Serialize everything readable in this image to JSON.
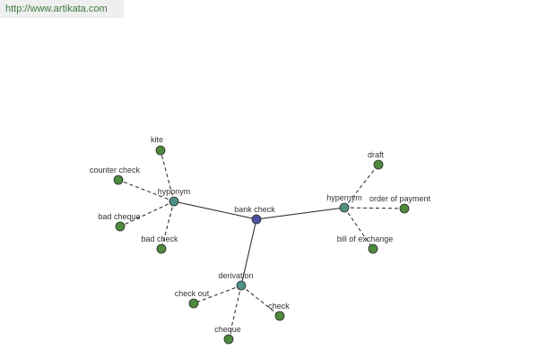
{
  "header": {
    "url": "http://www.artikata.com"
  },
  "colors": {
    "center_node": "#4a4f9e",
    "relation_node": "#4f8f86",
    "leaf_node": "#4d8a3e",
    "node_stroke": "#2b2b2b",
    "edge": "#222222",
    "label": "#333333"
  },
  "graph": {
    "center": {
      "id": "center",
      "label": "bank check"
    },
    "relations": [
      {
        "id": "hyponym",
        "label": "hyponym"
      },
      {
        "id": "hypernym",
        "label": "hypernym"
      },
      {
        "id": "derivation",
        "label": "derivation"
      }
    ],
    "leaves": [
      {
        "id": "kite",
        "parent": "hyponym",
        "label": "kite"
      },
      {
        "id": "counter-check",
        "parent": "hyponym",
        "label": "counter check"
      },
      {
        "id": "bad-cheque",
        "parent": "hyponym",
        "label": "bad cheque"
      },
      {
        "id": "bad-check",
        "parent": "hyponym",
        "label": "bad check"
      },
      {
        "id": "draft",
        "parent": "hypernym",
        "label": "draft"
      },
      {
        "id": "order-of-payment",
        "parent": "hypernym",
        "label": "order of payment"
      },
      {
        "id": "bill-of-exchange",
        "parent": "hypernym",
        "label": "bill of exchange"
      },
      {
        "id": "check-out",
        "parent": "derivation",
        "label": "check out"
      },
      {
        "id": "check",
        "parent": "derivation",
        "label": "check"
      },
      {
        "id": "cheque",
        "parent": "derivation",
        "label": "cheque"
      }
    ]
  }
}
